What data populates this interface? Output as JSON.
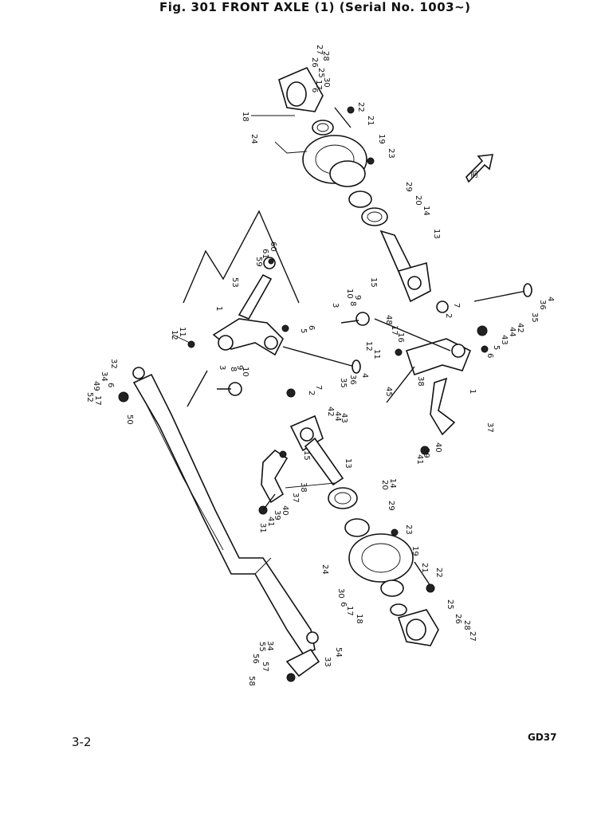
{
  "figure": {
    "title": "Fig. 301 FRONT AXLE (1) (Serial No. 1003~)",
    "page_number": "3-2",
    "drawing_code": "GD37"
  },
  "arrow_label": "前",
  "callouts": [
    "1",
    "2",
    "3",
    "4",
    "5",
    "6",
    "7",
    "8",
    "9",
    "10",
    "11",
    "12",
    "13",
    "14",
    "15",
    "16",
    "17",
    "18",
    "19",
    "20",
    "21",
    "22",
    "23",
    "24",
    "25",
    "26",
    "27",
    "28",
    "29",
    "30",
    "31",
    "32",
    "33",
    "34",
    "35",
    "36",
    "37",
    "38",
    "39",
    "40",
    "41",
    "42",
    "43",
    "44",
    "45",
    "48",
    "49",
    "50",
    "52",
    "53",
    "54",
    "55",
    "56",
    "57",
    "58",
    "59",
    "60",
    "61"
  ]
}
